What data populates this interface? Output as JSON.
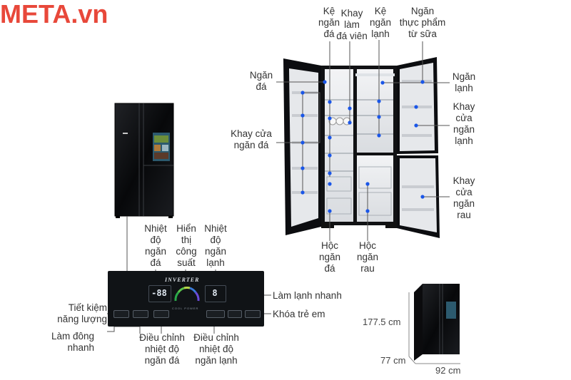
{
  "watermark": "META.vn",
  "top_labels": {
    "ke_ngan_da": "Kệ\nngăn\nđá",
    "khay_lam_da": "Khay\nlàm\nđá viên",
    "ke_ngan_lanh": "Kệ\nngăn\nlạnh",
    "ngan_thuc_pham": "Ngăn\nthực phẩm\ntừ sữa"
  },
  "side_labels": {
    "ngan_da": "Ngăn\nđá",
    "khay_cua_ngan_da": "Khay cửa\nngăn đá",
    "ngan_lanh": "Ngăn\nlạnh",
    "khay_cua_ngan_lanh": "Khay\ncửa\nngăn\nlạnh",
    "khay_cua_ngan_rau": "Khay\ncửa\nngăn\nrau"
  },
  "bottom_labels": {
    "hoc_ngan_da": "Hộc\nngăn\nđá",
    "hoc_ngan_rau": "Hộc\nngăn\nrau"
  },
  "panel_labels": {
    "nhiet_do_ngan_da": "Nhiệt\nđộ\nngăn\nđá",
    "hien_thi_cong_suat": "Hiển\nthị\ncông\nsuất",
    "nhiet_do_ngan_lanh": "Nhiệt\nđộ\nngăn\nlạnh",
    "tiet_kiem": "Tiết kiệm\nnăng lượng",
    "lam_dong_nhanh": "Làm đông\nnhanh",
    "dieu_chinh_ngan_da": "Điều chỉnh\nnhiệt độ\nngăn đá",
    "dieu_chinh_ngan_lanh": "Điều chỉnh\nnhiệt độ\nngăn lạnh",
    "lam_lanh_nhanh": "Làm lạnh nhanh",
    "khoa_tre_em": "Khóa trẻ em"
  },
  "panel": {
    "brand": "INVERTER",
    "freezer_temp": "-88",
    "fridge_temp": "8",
    "cool_power": "COOL POWER"
  },
  "dimensions": {
    "height": "177.5 cm",
    "depth": "77 cm",
    "width": "92 cm"
  },
  "colors": {
    "marker": "#1a56e8",
    "line": "#555555",
    "watermark": "#e8483a",
    "fridge_body": "#0b0b0d",
    "panel_bg": "#101316"
  }
}
